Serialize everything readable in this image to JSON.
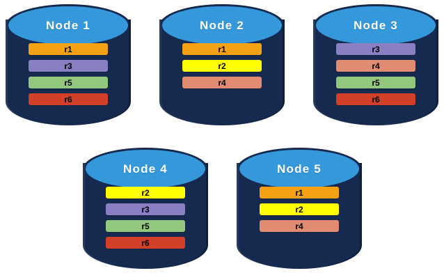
{
  "diagram": {
    "type": "data-replication-distribution",
    "background": "#ffffff",
    "node_body_color": "#152a4e",
    "node_top_color": "#3498db",
    "node_label_color": "#ffffff",
    "record_label_color": "#000000"
  },
  "record_colors": {
    "r1": "#f5a114",
    "r2": "#ffff00",
    "r3": "#8b7fc4",
    "r4": "#e08b72",
    "r5": "#91c87e",
    "r6": "#d2402a"
  },
  "nodes": [
    {
      "id": "node-1",
      "label": "Node 1",
      "records": [
        {
          "label": "r1",
          "color": "#f5a114"
        },
        {
          "label": "r3",
          "color": "#8b7fc4"
        },
        {
          "label": "r5",
          "color": "#91c87e"
        },
        {
          "label": "r6",
          "color": "#d2402a"
        }
      ]
    },
    {
      "id": "node-2",
      "label": "Node 2",
      "records": [
        {
          "label": "r1",
          "color": "#f5a114"
        },
        {
          "label": "r2",
          "color": "#ffff00"
        },
        {
          "label": "r4",
          "color": "#e08b72"
        }
      ]
    },
    {
      "id": "node-3",
      "label": "Node 3",
      "records": [
        {
          "label": "r3",
          "color": "#8b7fc4"
        },
        {
          "label": "r4",
          "color": "#e08b72"
        },
        {
          "label": "r5",
          "color": "#91c87e"
        },
        {
          "label": "r6",
          "color": "#d2402a"
        }
      ]
    },
    {
      "id": "node-4",
      "label": "Node 4",
      "records": [
        {
          "label": "r2",
          "color": "#ffff00"
        },
        {
          "label": "r3",
          "color": "#8b7fc4"
        },
        {
          "label": "r5",
          "color": "#91c87e"
        },
        {
          "label": "r6",
          "color": "#d2402a"
        }
      ]
    },
    {
      "id": "node-5",
      "label": "Node 5",
      "records": [
        {
          "label": "r1",
          "color": "#f5a114"
        },
        {
          "label": "r2",
          "color": "#ffff00"
        },
        {
          "label": "r4",
          "color": "#e08b72"
        }
      ]
    }
  ]
}
